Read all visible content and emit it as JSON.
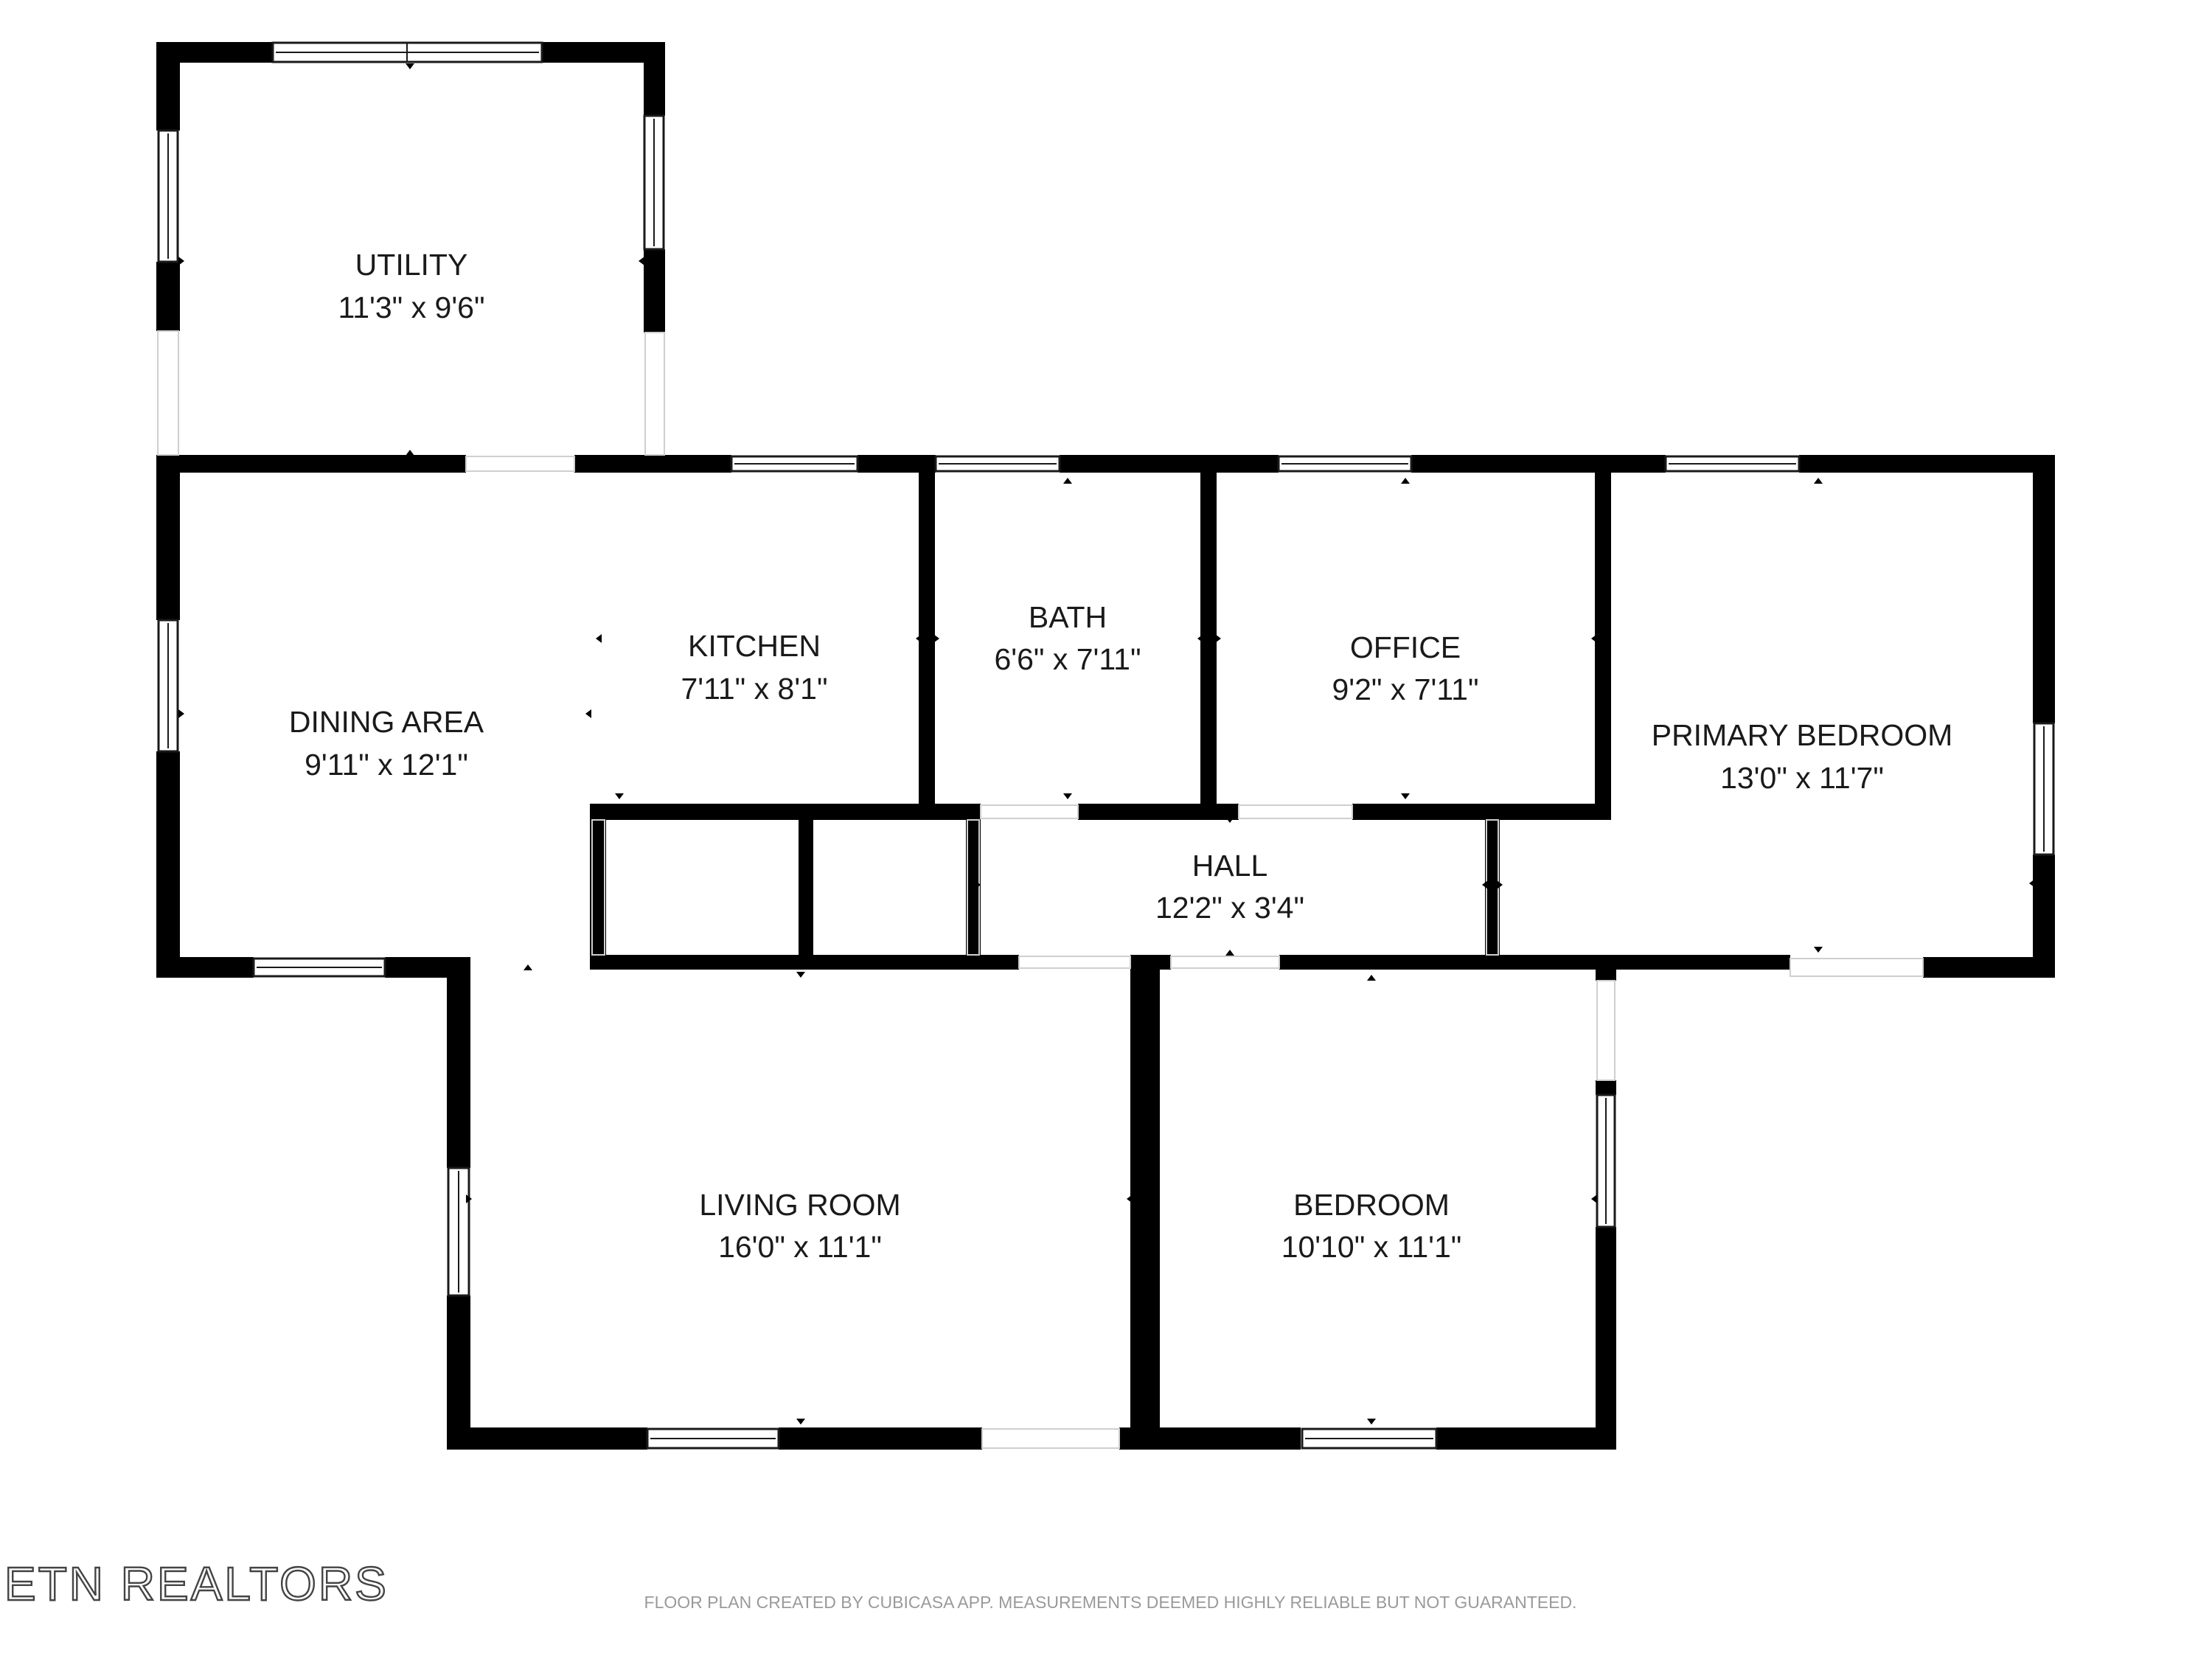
{
  "rooms": {
    "utility": {
      "name": "UTILITY",
      "size": "11'3\" x 9'6\""
    },
    "dining": {
      "name": "DINING AREA",
      "size": "9'11\" x 12'1\""
    },
    "kitchen": {
      "name": "KITCHEN",
      "size": "7'11\" x 8'1\""
    },
    "bath": {
      "name": "BATH",
      "size": "6'6\" x 7'11\""
    },
    "office": {
      "name": "OFFICE",
      "size": "9'2\" x 7'11\""
    },
    "primary_bedroom": {
      "name": "PRIMARY BEDROOM",
      "size": "13'0\" x 11'7\""
    },
    "hall": {
      "name": "HALL",
      "size": "12'2\" x 3'4\""
    },
    "living": {
      "name": "LIVING ROOM",
      "size": "16'0\" x 11'1\""
    },
    "bedroom": {
      "name": "BEDROOM",
      "size": "10'10\" x 11'1\""
    }
  },
  "branding": {
    "logo_text": "ETN REALTORS"
  },
  "footer": {
    "disclaimer": "FLOOR PLAN CREATED BY CUBICASA APP. MEASUREMENTS DEEMED HIGHLY RELIABLE BUT NOT GUARANTEED."
  },
  "colors": {
    "wall": "#000000",
    "background": "#ffffff",
    "text": "#1a1a1a"
  }
}
